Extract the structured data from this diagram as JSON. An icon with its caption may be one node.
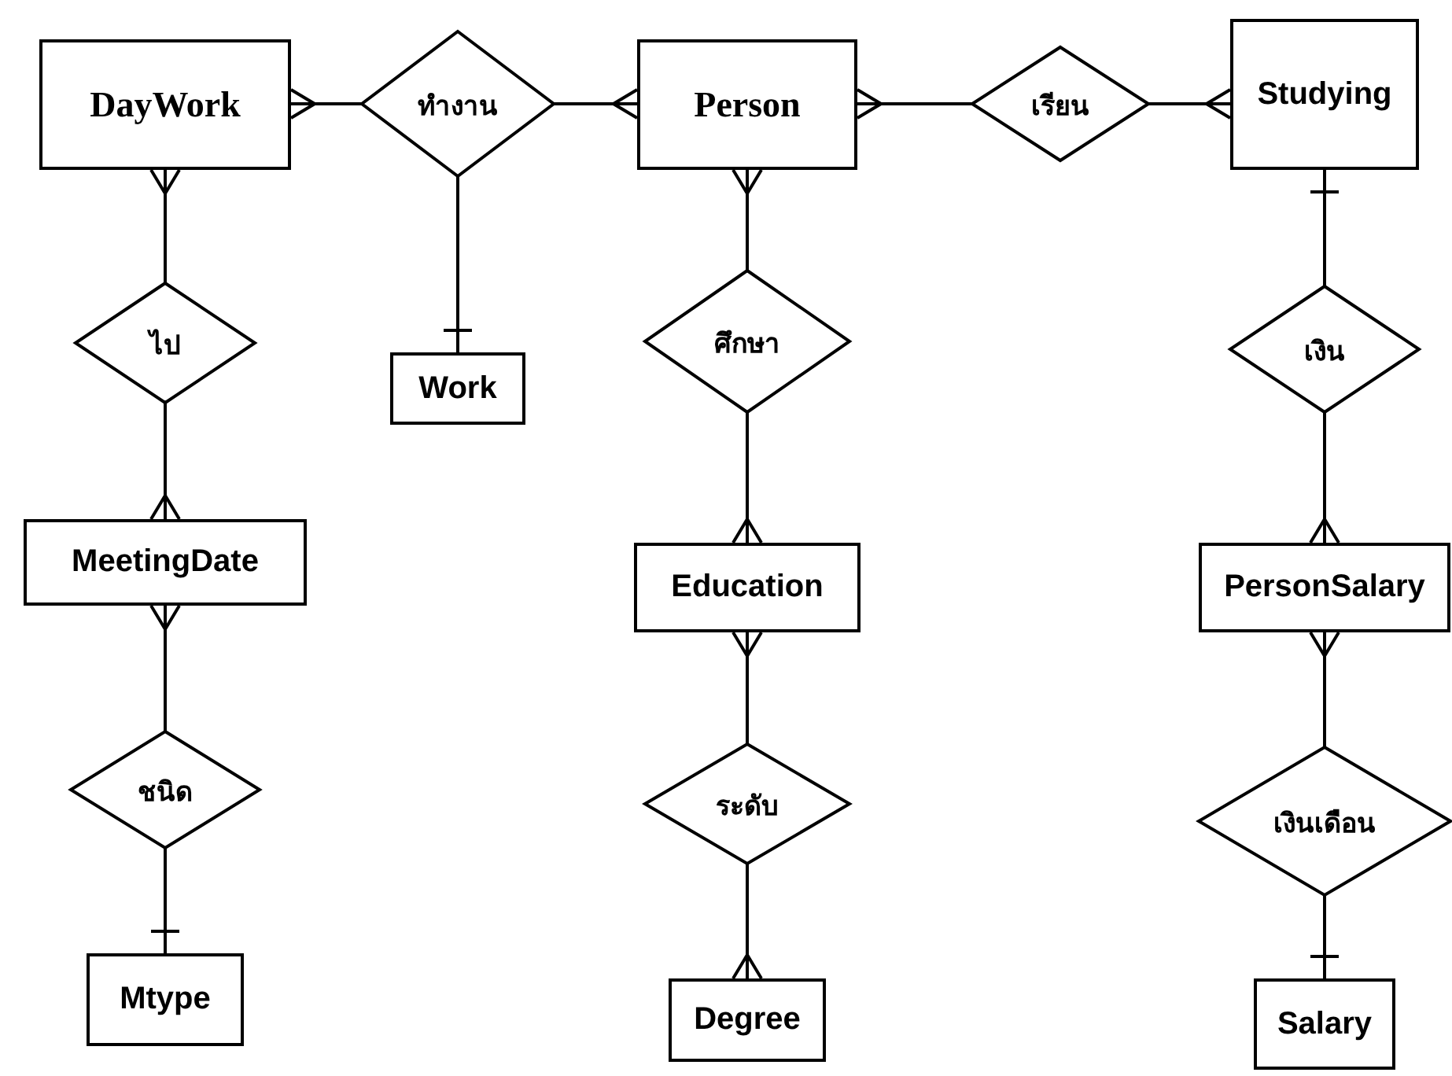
{
  "diagram": {
    "nodes": [
      {
        "text": [
          "DayWork"
        ]
      },
      {
        "text": [
          "ทำงาน"
        ]
      },
      {
        "text": [
          "Person"
        ]
      },
      {
        "text": [
          "เรียน"
        ]
      },
      {
        "text": [
          "Studying"
        ]
      },
      {
        "text": [
          "ไป"
        ]
      },
      {
        "text": [
          "Work"
        ]
      },
      {
        "text": [
          "ศึกษา"
        ]
      },
      {
        "text": [
          "เงิน"
        ]
      },
      {
        "text": [
          "MeetingDate"
        ]
      },
      {
        "text": [
          "Education"
        ]
      },
      {
        "text": [
          "PersonSalary"
        ]
      },
      {
        "text": [
          "ชนิด"
        ]
      },
      {
        "text": [
          "ระดับ"
        ]
      },
      {
        "text": [
          "เงินเดือน"
        ]
      },
      {
        "text": [
          "Mtype"
        ]
      },
      {
        "text": [
          "Degree"
        ]
      },
      {
        "text": [
          "Salary"
        ]
      }
    ],
    "edges": [
      {
        "from": 1,
        "to": 0,
        "arrow": "other"
      },
      {
        "from": 1,
        "to": 2,
        "arrow": "other"
      },
      {
        "from": 1,
        "to": 6,
        "arrow": "other"
      },
      {
        "from": 3,
        "to": 2,
        "arrow": "other"
      },
      {
        "from": 3,
        "to": 4,
        "arrow": "other"
      },
      {
        "from": 5,
        "to": 0,
        "arrow": "other"
      },
      {
        "from": 5,
        "to": 9,
        "arrow": "other"
      },
      {
        "from": 7,
        "to": 2,
        "arrow": "other"
      },
      {
        "from": 7,
        "to": 10,
        "arrow": "other"
      },
      {
        "from": 8,
        "to": 4,
        "arrow": "other"
      },
      {
        "from": 8,
        "to": 11,
        "arrow": "other"
      },
      {
        "from": 12,
        "to": 9,
        "arrow": "other"
      },
      {
        "from": 12,
        "to": 15,
        "arrow": "other"
      },
      {
        "from": 13,
        "to": 10,
        "arrow": "other"
      },
      {
        "from": 13,
        "to": 16,
        "arrow": "other"
      },
      {
        "from": 14,
        "to": 11,
        "arrow": "other"
      },
      {
        "from": 14,
        "to": 17,
        "arrow": "other"
      }
    ]
  }
}
